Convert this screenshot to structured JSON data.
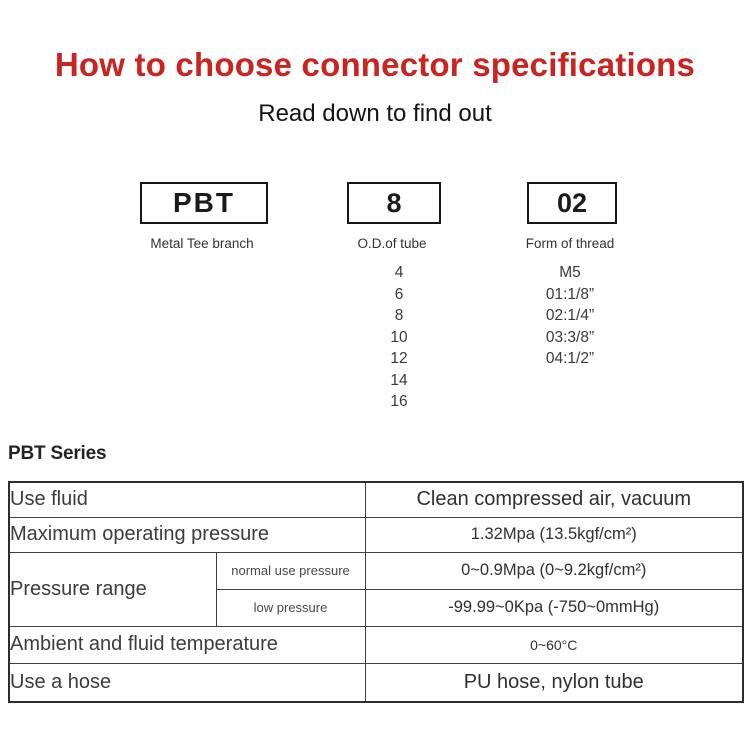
{
  "colors": {
    "title_red": "#cb2320",
    "table_shade": "#f3ead9",
    "table_border": "#3f3f3f"
  },
  "header": {
    "title": "How to choose connector specifications",
    "subtitle": "Read down to find out"
  },
  "code_breakdown": {
    "segments": [
      {
        "code": "PBT",
        "label": "Metal Tee branch",
        "options": []
      },
      {
        "code": "8",
        "label": "O.D.of tube",
        "options": [
          "4",
          "6",
          "8",
          "10",
          "12",
          "14",
          "16"
        ]
      },
      {
        "code": "02",
        "label": "Form of thread",
        "options": [
          "M5",
          "01:1/8”",
          "02:1/4”",
          "03:3/8”",
          "04:1/2”"
        ]
      }
    ]
  },
  "series": {
    "heading": "PBT Series"
  },
  "spec_table": {
    "rows": [
      {
        "label": "Use fluid",
        "value": "Clean compressed air, vacuum"
      },
      {
        "label": "Maximum operating pressure",
        "value": "1.32Mpa (13.5kgf/cm²)"
      },
      {
        "label": "Pressure range",
        "sub_rows": [
          {
            "label": "normal use pressure",
            "value": "0~0.9Mpa (0~9.2kgf/cm²)"
          },
          {
            "label": "low pressure",
            "value": "-99.99~0Kpa (-750~0mmHg)"
          }
        ]
      },
      {
        "label": "Ambient and fluid temperature",
        "value": "0~60°C"
      },
      {
        "label": "Use a hose",
        "value": "PU hose, nylon tube"
      }
    ]
  }
}
